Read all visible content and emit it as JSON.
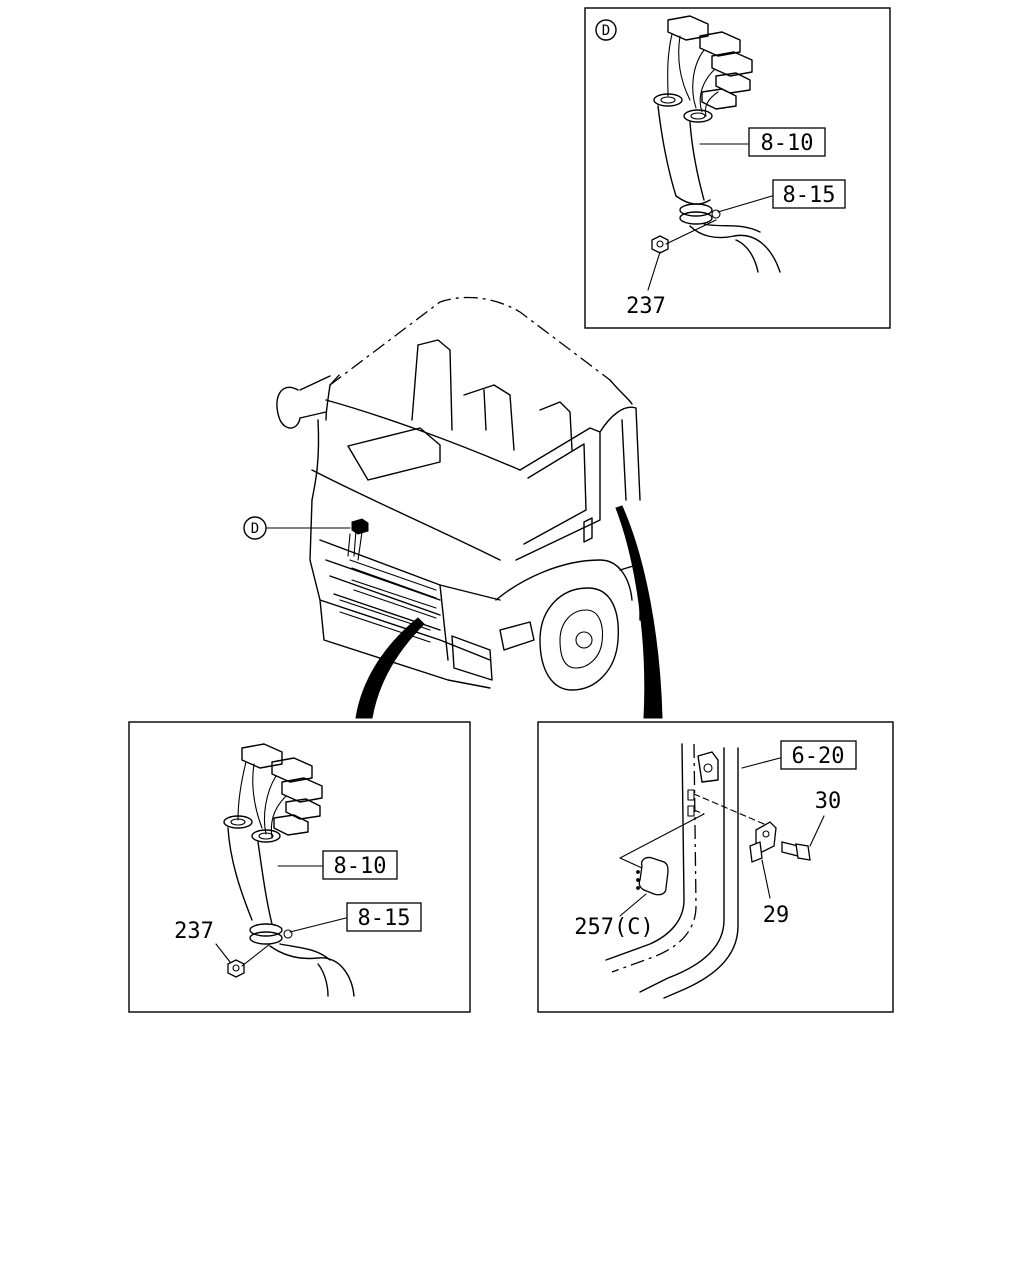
{
  "callouts": {
    "top_panel": {
      "view_marker": "D",
      "ref_harness": "8-10",
      "ref_clip": "8-15",
      "part_nut": "237"
    },
    "truck": {
      "view_marker": "D"
    },
    "left_panel": {
      "ref_harness": "8-10",
      "ref_clip": "8-15",
      "part_nut": "237"
    },
    "right_panel": {
      "ref_door": "6-20",
      "part_bolt": "30",
      "part_bracket": "29",
      "part_pad": "257(C)"
    }
  }
}
